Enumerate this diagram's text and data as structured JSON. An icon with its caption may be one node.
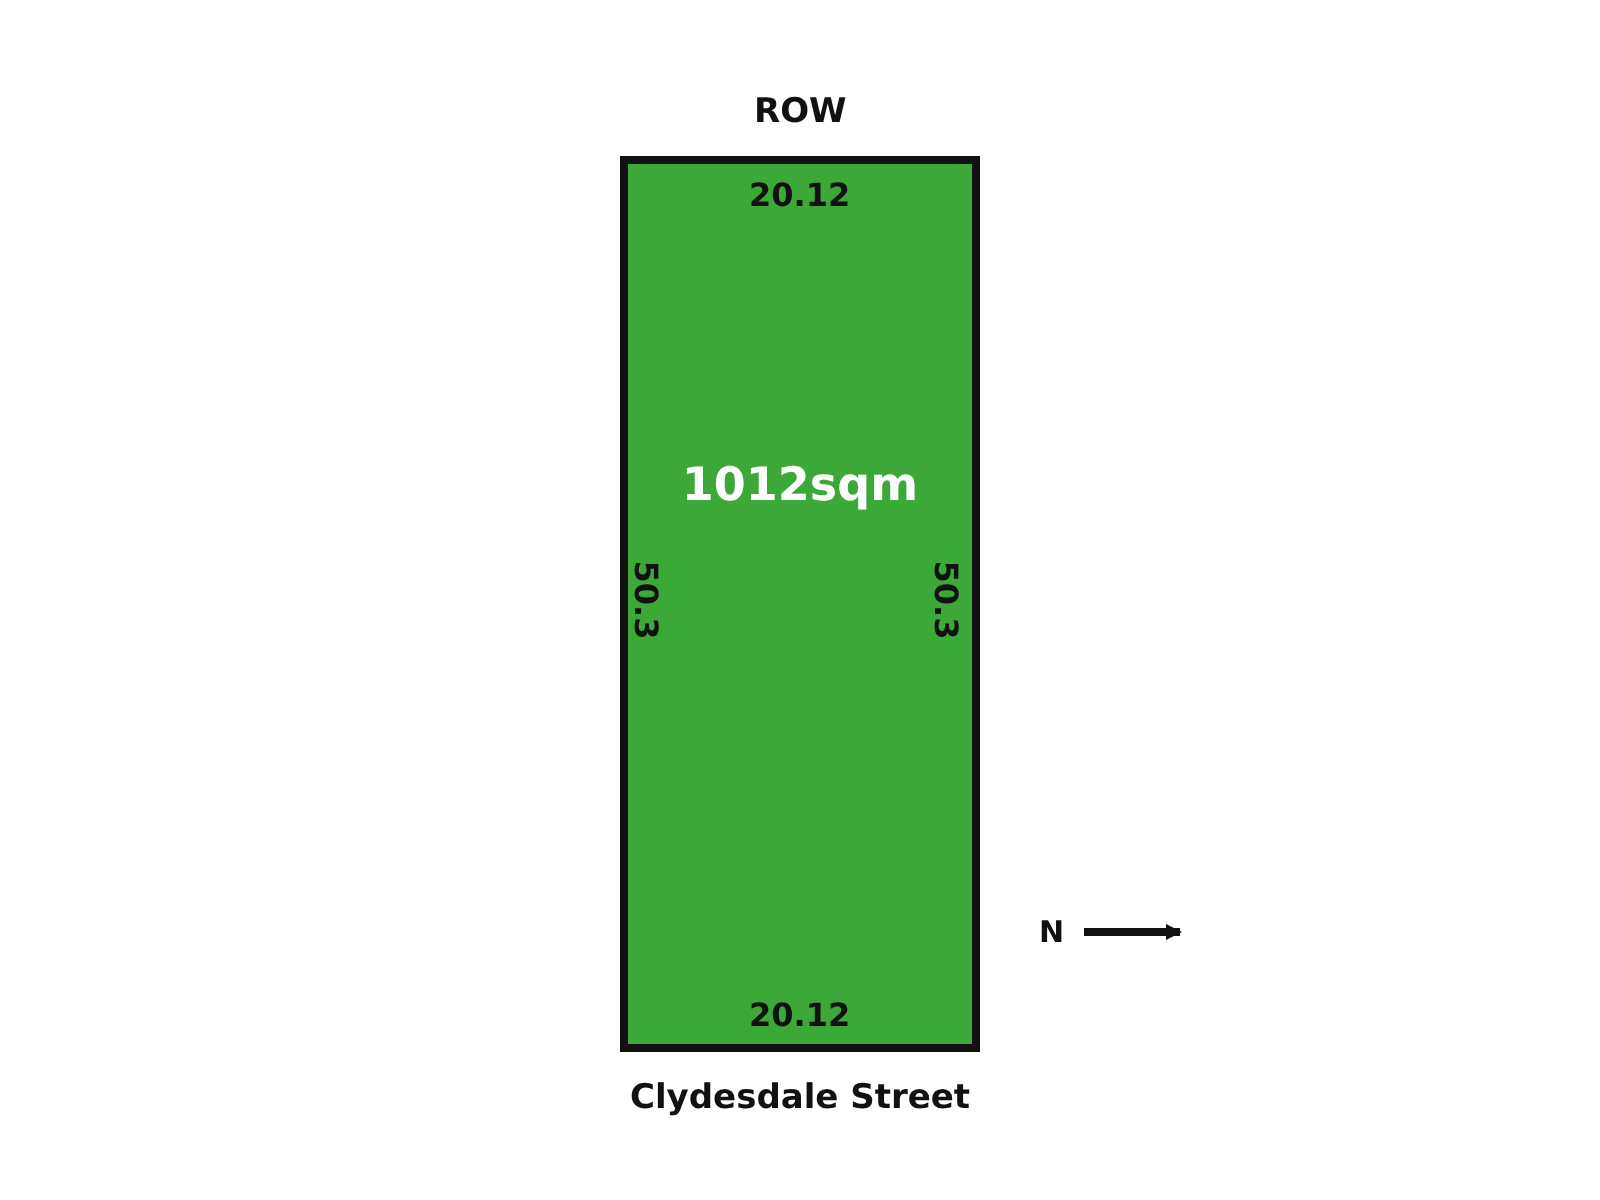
{
  "diagram": {
    "nodes": [
      {
        "text": [
          "1012sqm"
        ]
      }
    ],
    "labels": [
      "ROW",
      "20.12",
      "50.3",
      "50.3",
      "20.12",
      "Clydesdale Street",
      "N"
    ]
  }
}
